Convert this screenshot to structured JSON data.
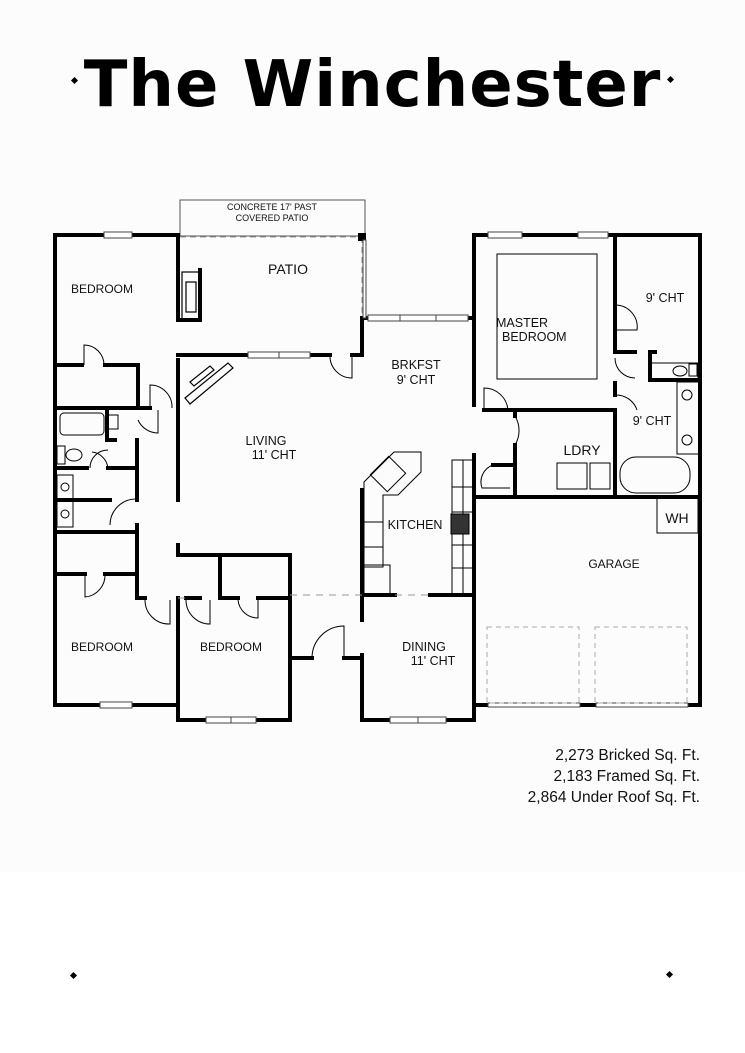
{
  "title": "The Winchester",
  "rooms": {
    "covered_patio_note_line1": "CONCRETE 17' PAST",
    "covered_patio_note_line2": "COVERED PATIO",
    "patio": "PATIO",
    "bedroom_top_left": "BEDROOM",
    "living": "LIVING",
    "living_ceiling": "11' CHT",
    "brkfst": "BRKFST",
    "brkfst_ceiling": "9' CHT",
    "master_bedroom_line1": "MASTER",
    "master_bedroom_line2": "BEDROOM",
    "master_closet_ceiling": "9' CHT",
    "master_bath_ceiling": "9' CHT",
    "ldry": "LDRY",
    "kitchen": "KITCHEN",
    "wh": "WH",
    "garage": "GARAGE",
    "bedroom_bottom_left": "BEDROOM",
    "bedroom_bottom_middle": "BEDROOM",
    "dining": "DINING",
    "dining_ceiling": "11' CHT"
  },
  "square_footage": [
    {
      "value": "2,273",
      "label": " Bricked Sq. Ft."
    },
    {
      "value": "2,183",
      "label": " Framed Sq. Ft."
    },
    {
      "value": "2,864",
      "label": "Under Roof Sq. Ft."
    }
  ],
  "colors": {
    "wall": "#000000",
    "background": "#fcfcfc",
    "dashed": "#999999"
  }
}
